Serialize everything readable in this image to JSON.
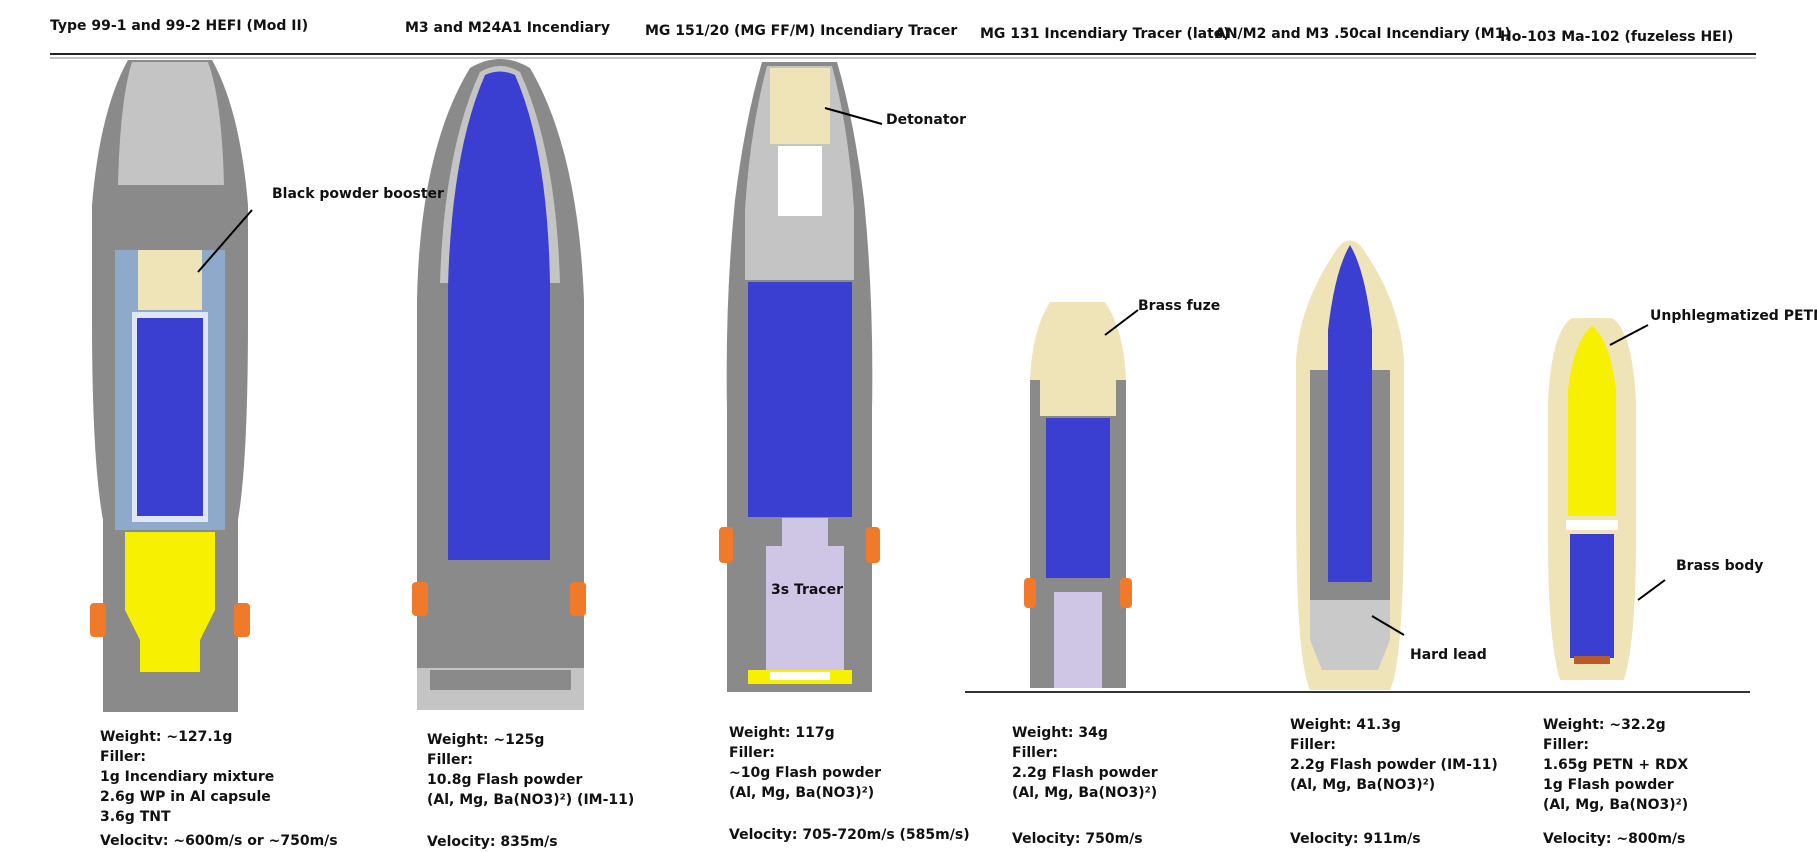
{
  "colors": {
    "steel": "#8a8a8a",
    "steel_light": "#c4c4c4",
    "filler_blue": "#3b3fd1",
    "brass": "#efe3b8",
    "yellow_explosive": "#f7f000",
    "copper_band": "#f07a2a",
    "tracer": "#cfc6e6",
    "al_capsule": "#8ea9c9",
    "hard_lead": "#c9c9c9"
  },
  "projectiles": [
    {
      "title": "Type 99-1 and 99-2 HEFI (Mod II)",
      "weight": "Weight: ~127.1g",
      "filler_label": "Filler:",
      "filler_lines": [
        "1g Incendiary mixture",
        "2.6g WP in Al capsule",
        "3.6g TNT"
      ],
      "velocity": "Velocitv: ~600m/s or ~750m/s",
      "callouts": [
        "Black powder booster"
      ]
    },
    {
      "title": "M3 and M24A1 Incendiary",
      "weight": "Weight: ~125g",
      "filler_label": "Filler:",
      "filler_lines": [
        "10.8g Flash powder",
        "(Al, Mg, Ba(NO3)²) (IM-11)"
      ],
      "velocity": "Velocity: 835m/s",
      "callouts": []
    },
    {
      "title": "MG 151/20 (MG FF/M) Incendiary Tracer",
      "weight": "Weight: 117g",
      "filler_label": "Filler:",
      "filler_lines": [
        "~10g Flash powder",
        "(Al, Mg, Ba(NO3)²)"
      ],
      "velocity": "Velocity: 705-720m/s (585m/s)",
      "callouts": [
        "Detonator",
        "3s Tracer"
      ]
    },
    {
      "title": "MG 131 Incendiary Tracer (late)",
      "weight": "Weight: 34g",
      "filler_label": "Filler:",
      "filler_lines": [
        "2.2g Flash powder",
        "(Al, Mg, Ba(NO3)²)"
      ],
      "velocity": "Velocity: 750m/s",
      "callouts": [
        "Brass fuze"
      ]
    },
    {
      "title": "AN/M2 and M3 .50cal Incendiary (M1)",
      "weight": "Weight: 41.3g",
      "filler_label": "Filler:",
      "filler_lines": [
        "2.2g Flash powder (IM-11)",
        "(Al, Mg, Ba(NO3)²)"
      ],
      "velocity": "Velocity: 911m/s",
      "callouts": [
        "Hard lead"
      ]
    },
    {
      "title": "Ho-103 Ma-102 (fuzeless HEI)",
      "weight": "Weight: ~32.2g",
      "filler_label": "Filler:",
      "filler_lines": [
        "1.65g PETN + RDX",
        "1g Flash powder",
        "(Al, Mg, Ba(NO3)²)"
      ],
      "velocity": "Velocity: ~800m/s",
      "callouts": [
        "Unphlegmatized PETN",
        "Brass body"
      ]
    }
  ]
}
